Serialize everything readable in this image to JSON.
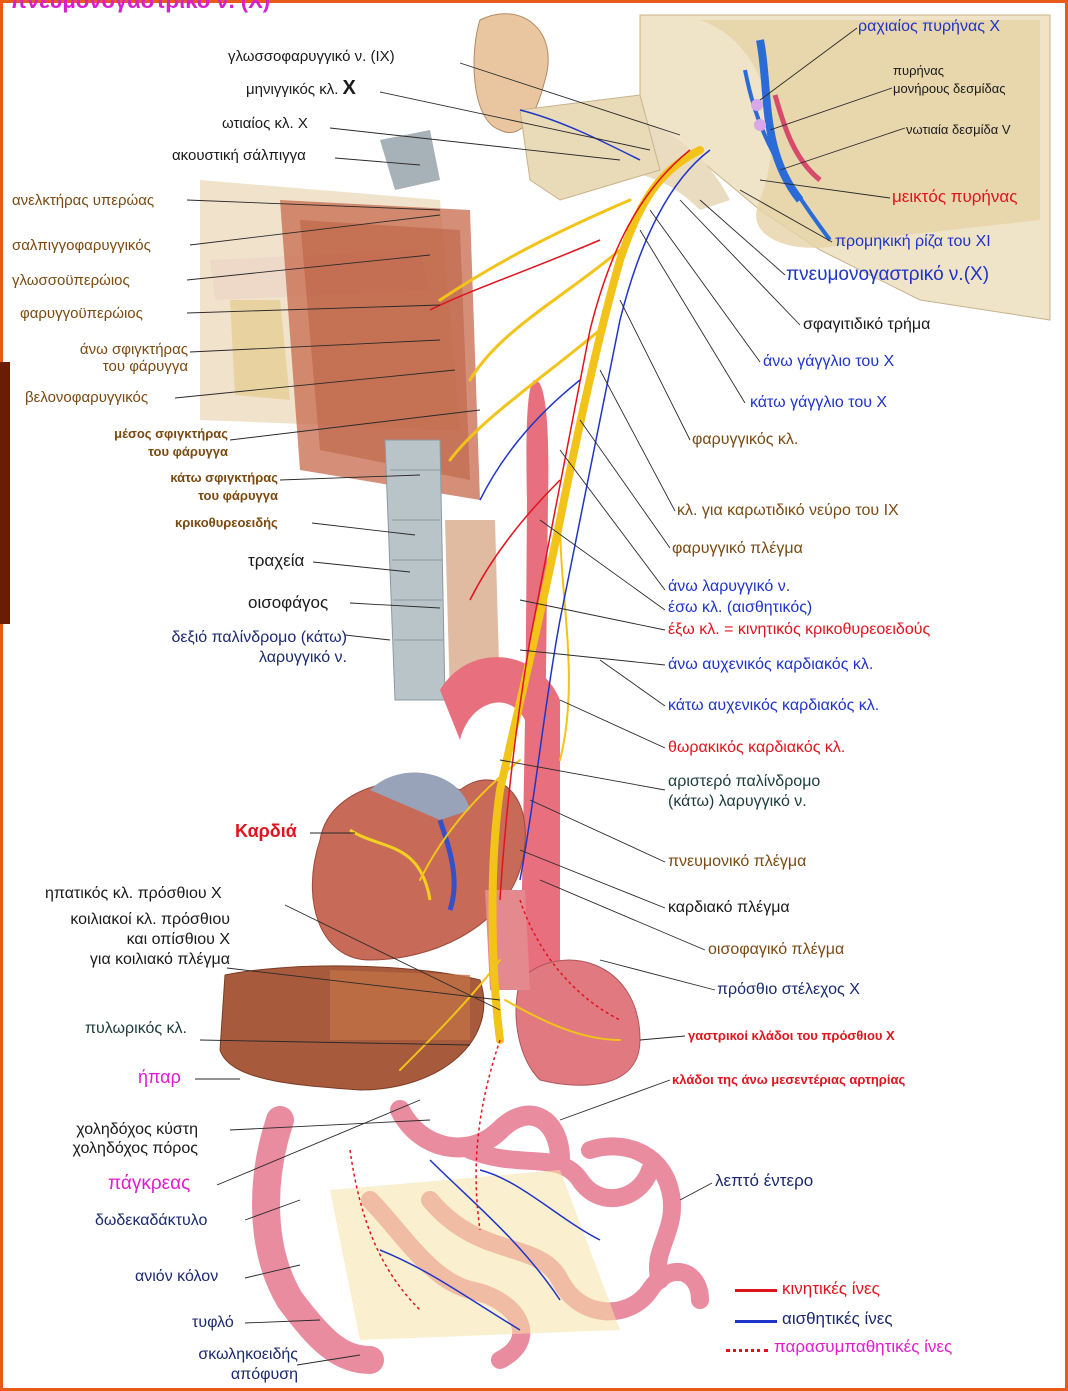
{
  "title": "πνευμονογαστρικό ν. (X)",
  "colors": {
    "motor": "#e0141e",
    "sensory": "#1f34c8",
    "parasympathetic": "#e0141e",
    "frame": "#e85a1a",
    "nerve": "#f2c318",
    "artery": "#e8707e"
  },
  "labels": {
    "glossopharyngeal": "γλωσσοφαρυγγικό ν. (IX)",
    "meningeal": "μηνιγγικός κλ.",
    "meningeal_x": "X",
    "auricular": "ωτιαίος κλ. X",
    "eustachian": "ακουστική σάλπιγγα",
    "levator_veli": "ανελκτήρας υπερώας",
    "salpingopharyngeus": "σαλπιγγοφαρυγγικός",
    "palatoglossus": "γλωσσοϋπερώιος",
    "palatopharyngeus": "φαρυγγοϋπερώιος",
    "sup_constrictor_1": "άνω σφιγκτήρας",
    "sup_constrictor_2": "του φάρυγγα",
    "stylopharyngeus": "βελονοφαρυγγικός",
    "mid_constrictor_1": "μέσος σφιγκτήρας",
    "mid_constrictor_2": "του φάρυγγα",
    "inf_constrictor_1": "κάτω σφιγκτήρας",
    "inf_constrictor_2": "του φάρυγγα",
    "cricothyroid": "κρικοθυρεοειδής",
    "trachea": "τραχεία",
    "esophagus": "οισοφάγος",
    "right_recurrent_1": "δεξιό παλίνδρομο (κάτω)",
    "right_recurrent_2": "λαρυγγικό ν.",
    "heart": "Καρδιά",
    "hepatic_1": "ηπατικός κλ. πρόσθιου X",
    "celiac_1": "κοιλιακοί κλ. πρόσθιου",
    "celiac_2": "και οπίσθιου X",
    "celiac_3": "για κοιλιακό πλέγμα",
    "pyloric": "πυλωρικός κλ.",
    "liver": "ήπαρ",
    "gallbladder": "χοληδόχος κύστη",
    "bile_duct": "χοληδόχος πόρος",
    "pancreas": "πάγκρεας",
    "duodenum": "δωδεκαδάκτυλο",
    "ascending_colon": "ανιόν κόλον",
    "cecum": "τυφλό",
    "appendix_1": "σκωληκοειδής",
    "appendix_2": "απόφυση",
    "dorsal_nucleus": "ραχιαίος πυρήνας X",
    "solitary_1": "πυρήνας",
    "solitary_2": "μονήρους δεσμίδας",
    "spinal_trigeminal": "νωτιαία δεσμίδα V",
    "ambiguus": "μεικτός πυρήνας",
    "cranial_root_xi": "προμηκική ρίζα του XI",
    "vagus": "πνευμονογαστρικό ν.(X)",
    "jugular_foramen": "σφαγιτιδικό τρήμα",
    "superior_ganglion": "άνω γάγγλιο του X",
    "inferior_ganglion": "κάτω γάγγλιο του X",
    "pharyngeal_branch": "φαρυγγικός κλ.",
    "carotid_branch": "κλ. για καρωτιδικό νεύρο του IX",
    "pharyngeal_plexus": "φαρυγγικό πλέγμα",
    "sup_laryngeal": "άνω λαρυγγικό ν.",
    "internal_branch": "έσω κλ. (αισθητικός)",
    "external_branch": "έξω κλ. = κινητικός κρικοθυρεοειδούς",
    "sup_cervical_cardiac": "άνω αυχενικός καρδιακός κλ.",
    "inf_cervical_cardiac": "κάτω αυχενικός καρδιακός κλ.",
    "thoracic_cardiac": "θωρακικός καρδιακός κλ.",
    "left_recurrent_1": "αριστερό παλίνδρομο",
    "left_recurrent_2": "(κάτω) λαρυγγικό ν.",
    "pulmonary_plexus": "πνευμονικό πλέγμα",
    "cardiac_plexus": "καρδιακό πλέγμα",
    "esophageal_plexus": "οισοφαγικό πλέγμα",
    "anterior_trunk": "πρόσθιο στέλεχος X",
    "gastric_branches": "γαστρικοί κλάδοι του πρόσθιου X",
    "sma_branches": "κλάδοι της άνω μεσεντέριας αρτηρίας",
    "small_intestine": "λεπτό έντερο"
  },
  "legend": {
    "motor": "κινητικές ίνες",
    "sensory": "αισθητικές ίνες",
    "parasympathetic": "παρασυμπαθητικές ίνες"
  }
}
